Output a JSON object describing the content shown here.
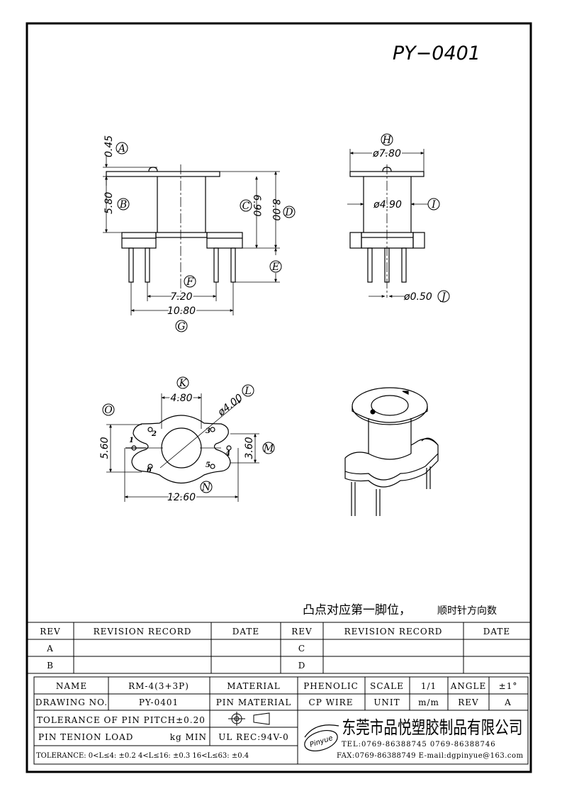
{
  "part_number": "PY−0401",
  "dims": {
    "d045": "0.45",
    "d580": "5.80",
    "d690": "6.90",
    "d800": "8.00",
    "d720": "7.20",
    "d1080": "10.80",
    "d780": "ø7.80",
    "d490": "ø4.90",
    "d050": "ø0.50",
    "d480": "4.80",
    "d400": "ø4.00",
    "d560": "5.60",
    "d360": "3.60",
    "d1260": "12.60"
  },
  "labels": {
    "A": "A",
    "B": "B",
    "C": "C",
    "D": "D",
    "E": "E",
    "F": "F",
    "G": "G",
    "H": "H",
    "I": "I",
    "J": "J",
    "K": "K",
    "L": "L",
    "M": "M",
    "N": "N",
    "O": "O"
  },
  "pins": {
    "p1": "1",
    "p2": "2",
    "p3": "3",
    "p4": "4",
    "p5": "5",
    "p6": "6"
  },
  "note": {
    "main": "凸点对应第一脚位，",
    "small": "顺时针方向数"
  },
  "revision": {
    "h_rev": "REV",
    "h_record": "REVISION RECORD",
    "h_date": "DATE",
    "h_rev2": "REV",
    "h_record2": "REVISION RECORD",
    "h_date2": "DATE",
    "r1": "A",
    "r2": "B",
    "r3": "C",
    "r4": "D"
  },
  "title_block": {
    "name_lbl": "NAME",
    "name_val": "RM-4(3+3P)",
    "material_lbl": "MATERIAL",
    "material_val": "PHENOLIC",
    "scale_lbl": "SCALE",
    "scale_val": "1/1",
    "angle_lbl": "ANGLE",
    "angle_val": "±1°",
    "drawing_lbl": "DRAWING NO.",
    "drawing_val": "PY-0401",
    "pin_mat_lbl": "PIN MATERIAL",
    "pin_mat_val": "CP WIRE",
    "unit_lbl": "UNIT",
    "unit_val": "m/m",
    "rev_lbl": "REV",
    "rev_val": "A",
    "tol_pitch": "TOLERANCE OF PIN PITCH±0.20",
    "pin_load": "PIN TENION LOAD",
    "pin_load_unit": "kg MIN",
    "ul": "UL REC:94V-0",
    "tolerance": "TOLERANCE: 0<L≤4: ±0.2  4<L≤16: ±0.3  16<L≤63: ±0.4",
    "company": "东莞市品悦塑胶制品有限公司",
    "logo": "Pinyue",
    "tel": "TEL:0769-86388745   0769-86388746",
    "fax": "FAX:0769-86388749  E-mail:dgpinyue@163.com"
  }
}
